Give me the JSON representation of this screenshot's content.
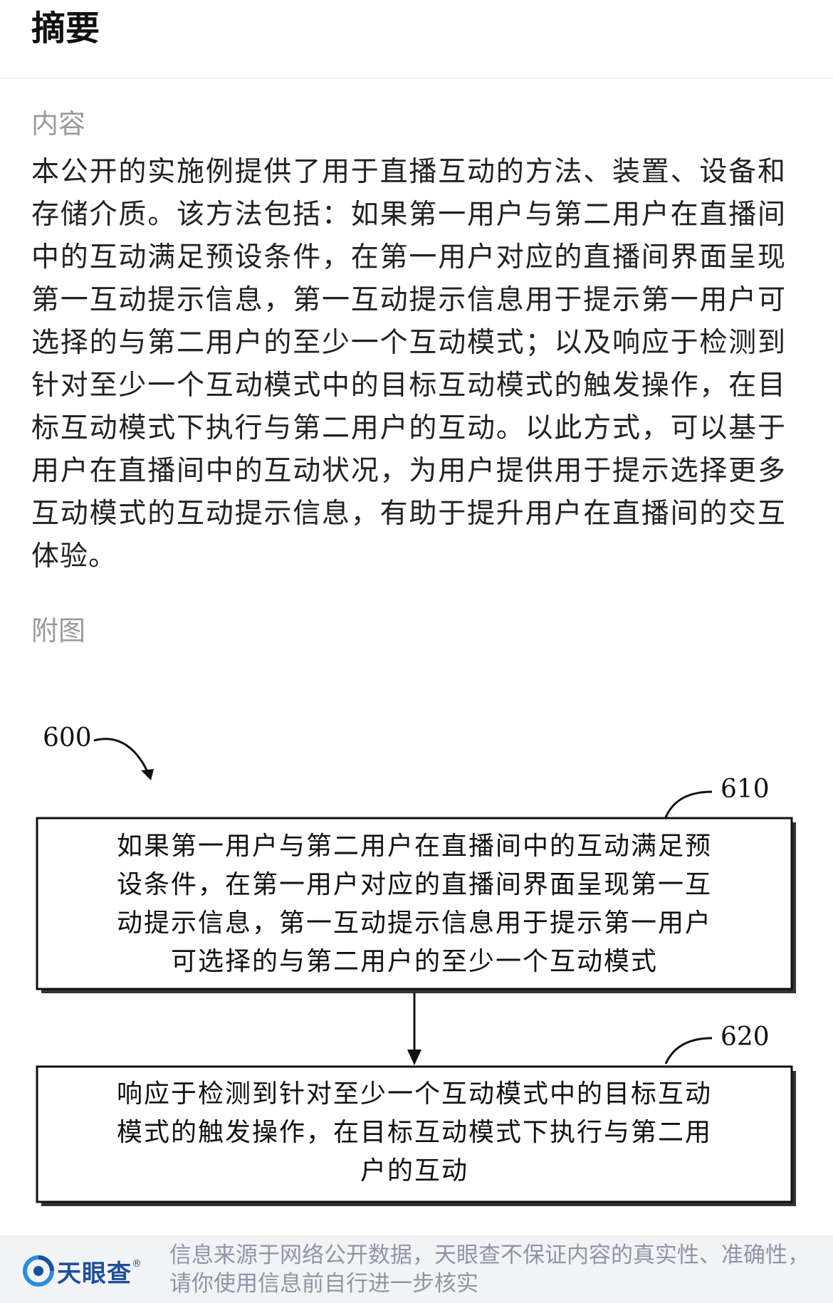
{
  "header": {
    "title": "摘要"
  },
  "content": {
    "label": "内容",
    "abstract": "本公开的实施例提供了用于直播互动的方法、装置、设备和存储介质。该方法包括：如果第一用户与第二用户在直播间中的互动满足预设条件，在第一用户对应的直播间界面呈现第一互动提示信息，第一互动提示信息用于提示第一用户可选择的与第二用户的至少一个互动模式；以及响应于检测到针对至少一个互动模式中的目标互动模式的触发操作，在目标互动模式下执行与第二用户的互动。以此方式，可以基于用户在直播间中的互动状况，为用户提供用于提示选择更多互动模式的互动提示信息，有助于提升用户在直播间的交互体验。"
  },
  "figure": {
    "label": "附图",
    "diagram_ref": "600",
    "steps": [
      {
        "ref": "610",
        "lines": [
          "如果第一用户与第二用户在直播间中的互动满足预",
          "设条件，在第一用户对应的直播间界面呈现第一互",
          "动提示信息，第一互动提示信息用于提示第一用户",
          "可选择的与第二用户的至少一个互动模式"
        ]
      },
      {
        "ref": "620",
        "lines": [
          "响应于检测到针对至少一个互动模式中的目标互动",
          "模式的触发操作，在目标互动模式下执行与第二用",
          "户的互动"
        ]
      }
    ]
  },
  "footer": {
    "logo_text": "天眼查",
    "logo_reg": "®",
    "note_line1": "信息来源于网络公开数据，天眼查不保证内容的真实性、准确性，",
    "note_line2": "请你使用信息前自行进一步核实"
  },
  "colors": {
    "text": "#222222",
    "label": "#9a9a9a",
    "brand": "#1c4f9c",
    "footer_bg": "#f2f3f5"
  }
}
